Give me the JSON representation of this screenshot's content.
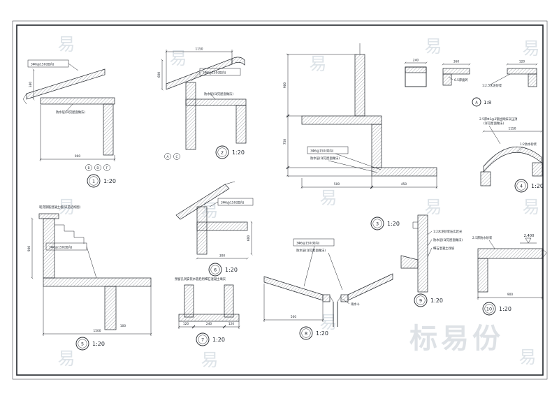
{
  "sheet": {
    "background": "#ffffff",
    "line_color": "#20242a",
    "watermark_color": "#c2cdd6"
  },
  "watermark": {
    "char": "易",
    "logo": "标易份"
  },
  "details": {
    "d1": {
      "bubble": "1",
      "scale": "1:20",
      "grids": [
        "B",
        "D",
        "F"
      ],
      "ann1": "3Φ6@150(双向)",
      "ann2": "防水层(详见屋面做法)",
      "dim_bottom": "900",
      "dim_left": "380"
    },
    "d2": {
      "bubble": "2",
      "scale": "1:20",
      "grids": [
        "A",
        "C"
      ],
      "ann1": "3Φ6@150(双向)",
      "ann2": "防水层(详见屋面做法)",
      "dim_top": "1150",
      "dim_left": "600"
    },
    "d3": {
      "bubble": "3",
      "scale": "1:20",
      "ann1": "3Φ6@150(双向)",
      "ann2": "防水层(详见屋面做法)",
      "dim_left_a": "900",
      "dim_left_b": "750",
      "dim_bottom_a": "500",
      "dim_bottom_b": "450"
    },
    "d4": {
      "bubble": "A",
      "scale": "1:8",
      "ann1": "6.5厚面砖",
      "ann2": "1:2.5水泥砂浆",
      "dim1": "240",
      "dim2": "360",
      "dim3": "120"
    },
    "d5": {
      "bubble": "4",
      "scale": "1:20",
      "ann1": "2.5厚Φ1@3钢丝网抹灰压顶",
      "ann1b": "(详见屋面做法)",
      "ann2": "1:2防水砂浆",
      "dim_top": "1150"
    },
    "d6": {
      "bubble": "5",
      "scale": "1:20",
      "ann_top": "现浇钢筋混凝土板(详见结构图)",
      "ann1": "3Φ6@150(双向)",
      "dim_left": "900",
      "dim_wall": "100",
      "dim_bottom": "1500"
    },
    "d7": {
      "bubble": "6",
      "scale": "1:20",
      "ann1": "3Φ6@150(双向)",
      "dim_right": "600",
      "dim_bottom": "300"
    },
    "d8": {
      "bubble": "7",
      "scale": "1:20",
      "ann_top": "预留孔洞安装水管后用细石混凝土填实",
      "dim_a": "120",
      "dim_b": "240",
      "dim_c": "120"
    },
    "d9": {
      "bubble": "8",
      "scale": "1:20",
      "ann1": "3Φ6@150(双向)",
      "ann2": "防水层(详见屋面做法)",
      "ann3": "雨水斗",
      "dim_bottom": "500"
    },
    "d10": {
      "bubble": "9",
      "scale": "1:20",
      "ann1": "1:2水泥砂浆压实赶光",
      "ann2": "防水层(详见屋面做法)",
      "ann3": "细石混凝土找坡"
    },
    "d11": {
      "bubble": "10",
      "scale": "1:20",
      "ann1": "2.5厚防水砂浆",
      "level": "2.400",
      "dim_bottom": "900"
    }
  }
}
